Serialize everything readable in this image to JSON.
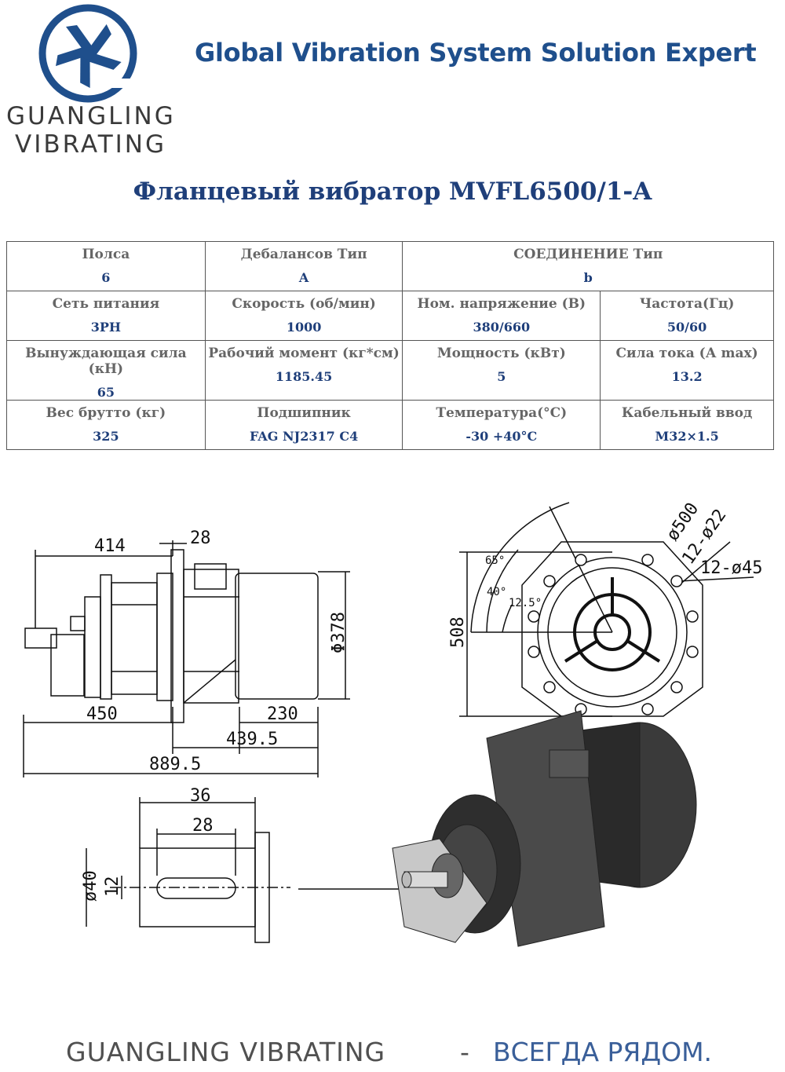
{
  "header": {
    "brand_line1": "GUANGLING",
    "brand_line2": "VIBRATING",
    "tagline": "Global Vibration System Solution Expert"
  },
  "title": "Фланцевый вибратор MVFL6500/1-A",
  "table": {
    "row1": [
      {
        "label": "Полса",
        "value": "6"
      },
      {
        "label": "Дебалансов Тип",
        "value": "A"
      },
      {
        "label": "СОЕДИНЕНИЕ Тип",
        "value": "b"
      }
    ],
    "row2": [
      {
        "label": "Сеть питания",
        "value": "3PH"
      },
      {
        "label": "Скорость (об/мин)",
        "value": "1000"
      },
      {
        "label": "Ном. напряжение (В)",
        "value": "380/660"
      },
      {
        "label": "Частота(Гц)",
        "value": "50/60"
      }
    ],
    "row3": [
      {
        "label": "Вынуждающая сила (кН)",
        "value": "65"
      },
      {
        "label": "Рабочий момент (кг*см)",
        "value": "1185.45"
      },
      {
        "label": "Мощность (кВт)",
        "value": "5"
      },
      {
        "label": "Сила тока (А max)",
        "value": "13.2"
      }
    ],
    "row4": [
      {
        "label": "Вес брутто (кг)",
        "value": "325"
      },
      {
        "label": "Подшипник",
        "value": "FAG NJ2317 C4"
      },
      {
        "label": "Температура(°C)",
        "value": "-30 +40°C"
      },
      {
        "label": "Кабельный ввод",
        "value": "M32×1.5"
      }
    ]
  },
  "drawing": {
    "side_dims": {
      "d414": "414",
      "d28": "28",
      "d378": "Φ378",
      "d450": "450",
      "d230": "230",
      "d4395": "439.5",
      "d8895": "889.5"
    },
    "flange_dims": {
      "d508": "508",
      "d65": "65°",
      "d40": "40°",
      "d125": "12.5°",
      "d500": "ø500",
      "d12_22": "12-ø22",
      "d12_45": "12-ø45"
    },
    "shaft_dims": {
      "d36": "36",
      "d28": "28",
      "d40": "ø40",
      "d12": "12"
    }
  },
  "footer": {
    "brand": "GUANGLING VIBRATING",
    "dash": "-",
    "slogan": "ВСЕГДА РЯДОМ."
  },
  "colors": {
    "brand_blue": "#1f4f8c",
    "title_blue": "#1f3f7a",
    "label_gray": "#666666"
  }
}
